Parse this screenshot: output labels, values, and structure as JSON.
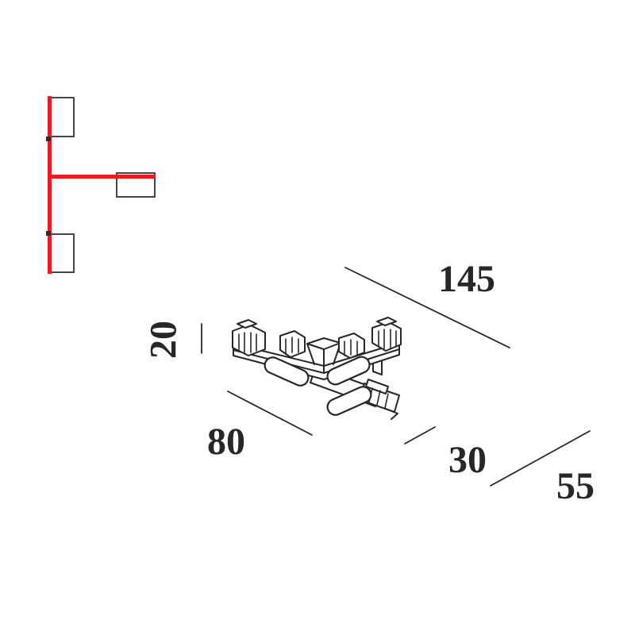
{
  "colors": {
    "ink": "#2a2627",
    "track_red": "#ec1b23",
    "background": "#ffffff",
    "fixture_fill": "#ffffff",
    "fixture_border": "#474747"
  },
  "schematic": {
    "type": "t-layout-icon",
    "fixture_count": "3"
  },
  "dimension_labels": {
    "total_length": "145",
    "height": "20",
    "left_segment": "80",
    "leg_width": "30",
    "leg_depth": "55"
  }
}
